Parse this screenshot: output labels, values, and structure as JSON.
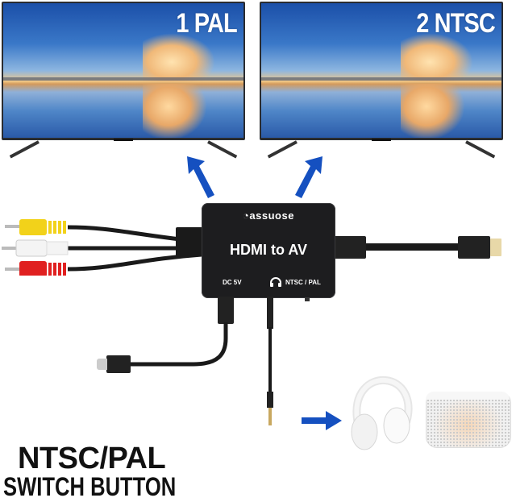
{
  "tvs": [
    {
      "label": "1 PAL"
    },
    {
      "label": "2 NTSC"
    }
  ],
  "device": {
    "brand": "assuose",
    "title": "HDMI to AV",
    "port_labels": {
      "power": "DC 5V",
      "switch": "NTSC / PAL"
    },
    "icons": [
      "headphone-icon"
    ]
  },
  "cables": [
    "rca-yellow",
    "rca-white",
    "rca-red",
    "hdmi",
    "usb-c-power",
    "3.5mm-audio"
  ],
  "outputs": [
    "headphones",
    "smart-speaker"
  ],
  "caption": {
    "line1": "NTSC/PAL",
    "line2": "SWITCH BUTTON"
  },
  "colors": {
    "arrow": "#1550c0",
    "device": "#1d1d1f",
    "rca_yellow": "#f2d21a",
    "rca_white": "#f4f4f4",
    "rca_red": "#e02020"
  }
}
